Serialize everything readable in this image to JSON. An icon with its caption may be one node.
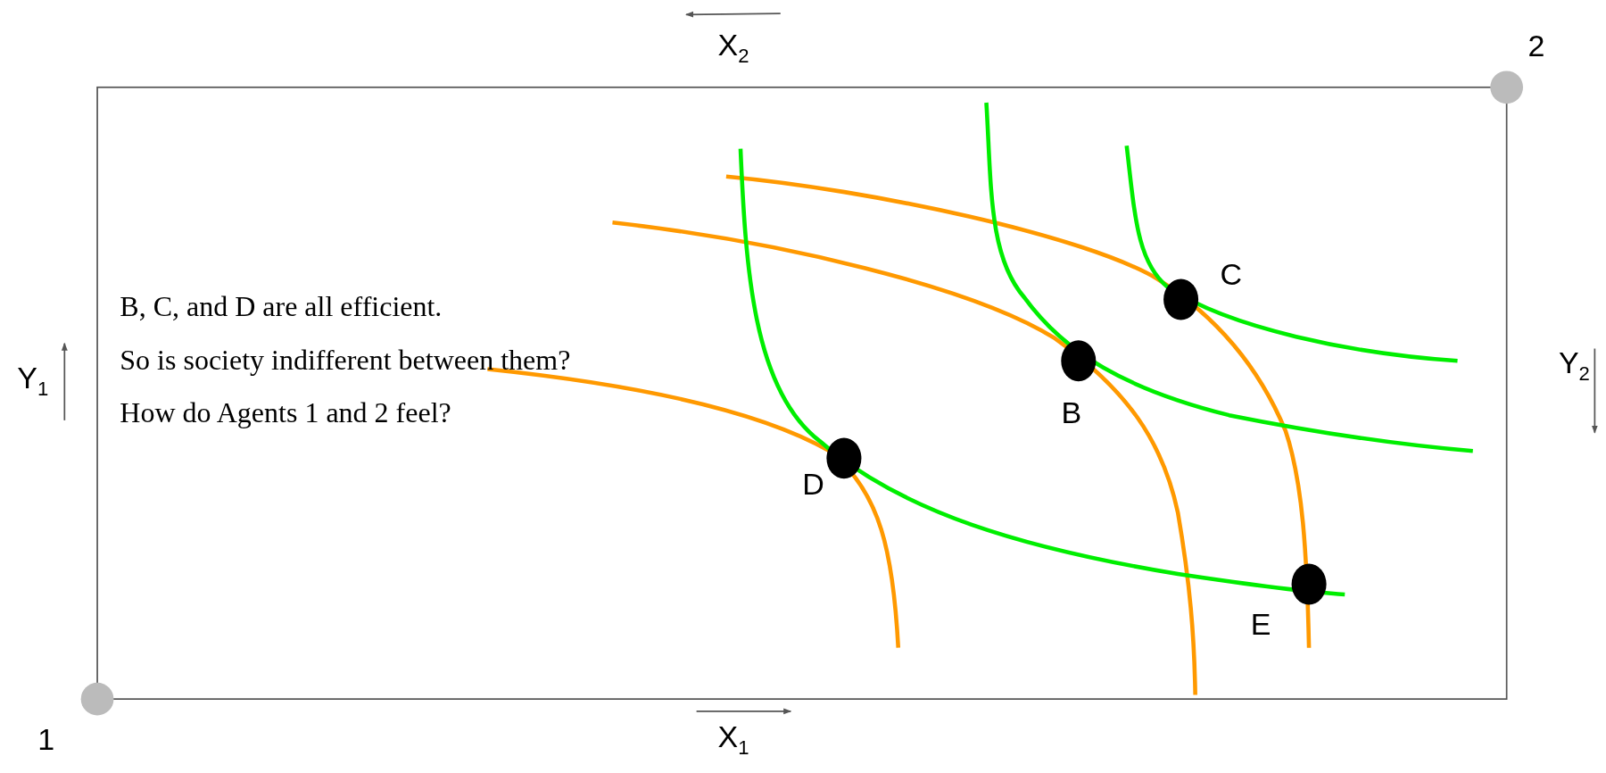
{
  "diagram": {
    "labels": [
      "X$_{2}$",
      "2",
      "B, C, and D are all efficient.",
      "So is society indifferent between them?",
      "How do Agents 1 and 2 feel?",
      "Y$_{1}$",
      "C",
      "Y$_{2}$",
      "B",
      "D",
      "E",
      "1",
      "X$_{1}$"
    ]
  }
}
